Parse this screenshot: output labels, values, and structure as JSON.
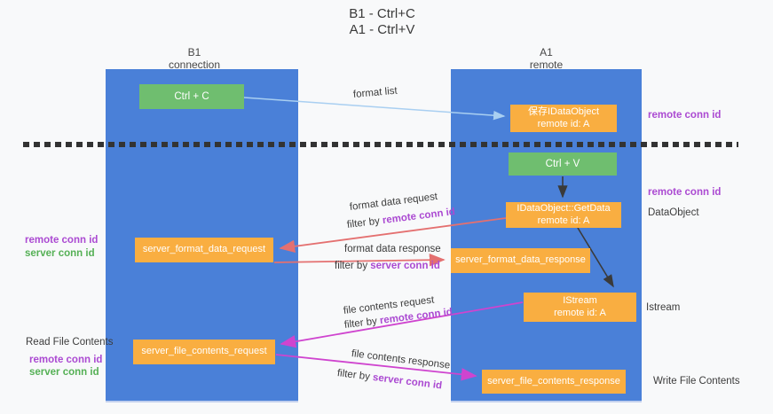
{
  "title": {
    "line1": "B1 - Ctrl+C",
    "line2": "A1 - Ctrl+V"
  },
  "lifelines": {
    "left": {
      "name": "B1",
      "role": "connection"
    },
    "right": {
      "name": "A1",
      "role": "remote"
    }
  },
  "boxes": {
    "ctrl_c": {
      "label": "Ctrl + C"
    },
    "saved_dataobject": {
      "line1": "保存IDataObject",
      "line2": "remote id: A"
    },
    "ctrl_v": {
      "label": "Ctrl + V"
    },
    "getdata": {
      "line1": "IDataObject::GetData",
      "line2": "remote id: A"
    },
    "istream": {
      "line1": "IStream",
      "line2": "remote id: A"
    },
    "format_request": {
      "label": "server_format_data_request"
    },
    "format_response": {
      "label": "server_format_data_response"
    },
    "file_request": {
      "label": "server_file_contents_request"
    },
    "file_response": {
      "label": "server_file_contents_response"
    }
  },
  "flow_labels": {
    "format_list": "format list",
    "format_data_request": "format data request",
    "format_data_response": "format data response",
    "file_contents_request": "file contents request",
    "file_contents_response": "file contents response",
    "filter_by": "filter by ",
    "remote_conn_id": "remote conn id",
    "server_conn_id": "server conn id"
  },
  "side_labels": {
    "left": {
      "remote_conn_id_1": "remote conn id",
      "server_conn_id_1": "server conn id",
      "read_file_contents": "Read File Contents",
      "remote_conn_id_2": "remote conn id",
      "server_conn_id_2": "server conn id"
    },
    "right": {
      "remote_conn_id_top": "remote conn id",
      "remote_conn_id_mid": "remote conn id",
      "dataobject": "DataObject",
      "istream": "Istream",
      "write_file_contents": "Write File Contents"
    }
  },
  "colors": {
    "lifeline_blue": "#4a80d8",
    "box_orange": "#f9ae41",
    "box_green": "#6fbe6f",
    "purple_label": "#ab4ad2",
    "green_label": "#55b055",
    "arrow_red": "#e47070",
    "arrow_magenta": "#cf44cf",
    "arrow_blue": "#a9cff1",
    "arrow_black": "#3a3a3a",
    "dashed_line": "#333333",
    "background": "#f8f9fa",
    "text_dark": "#3c3c3c"
  }
}
